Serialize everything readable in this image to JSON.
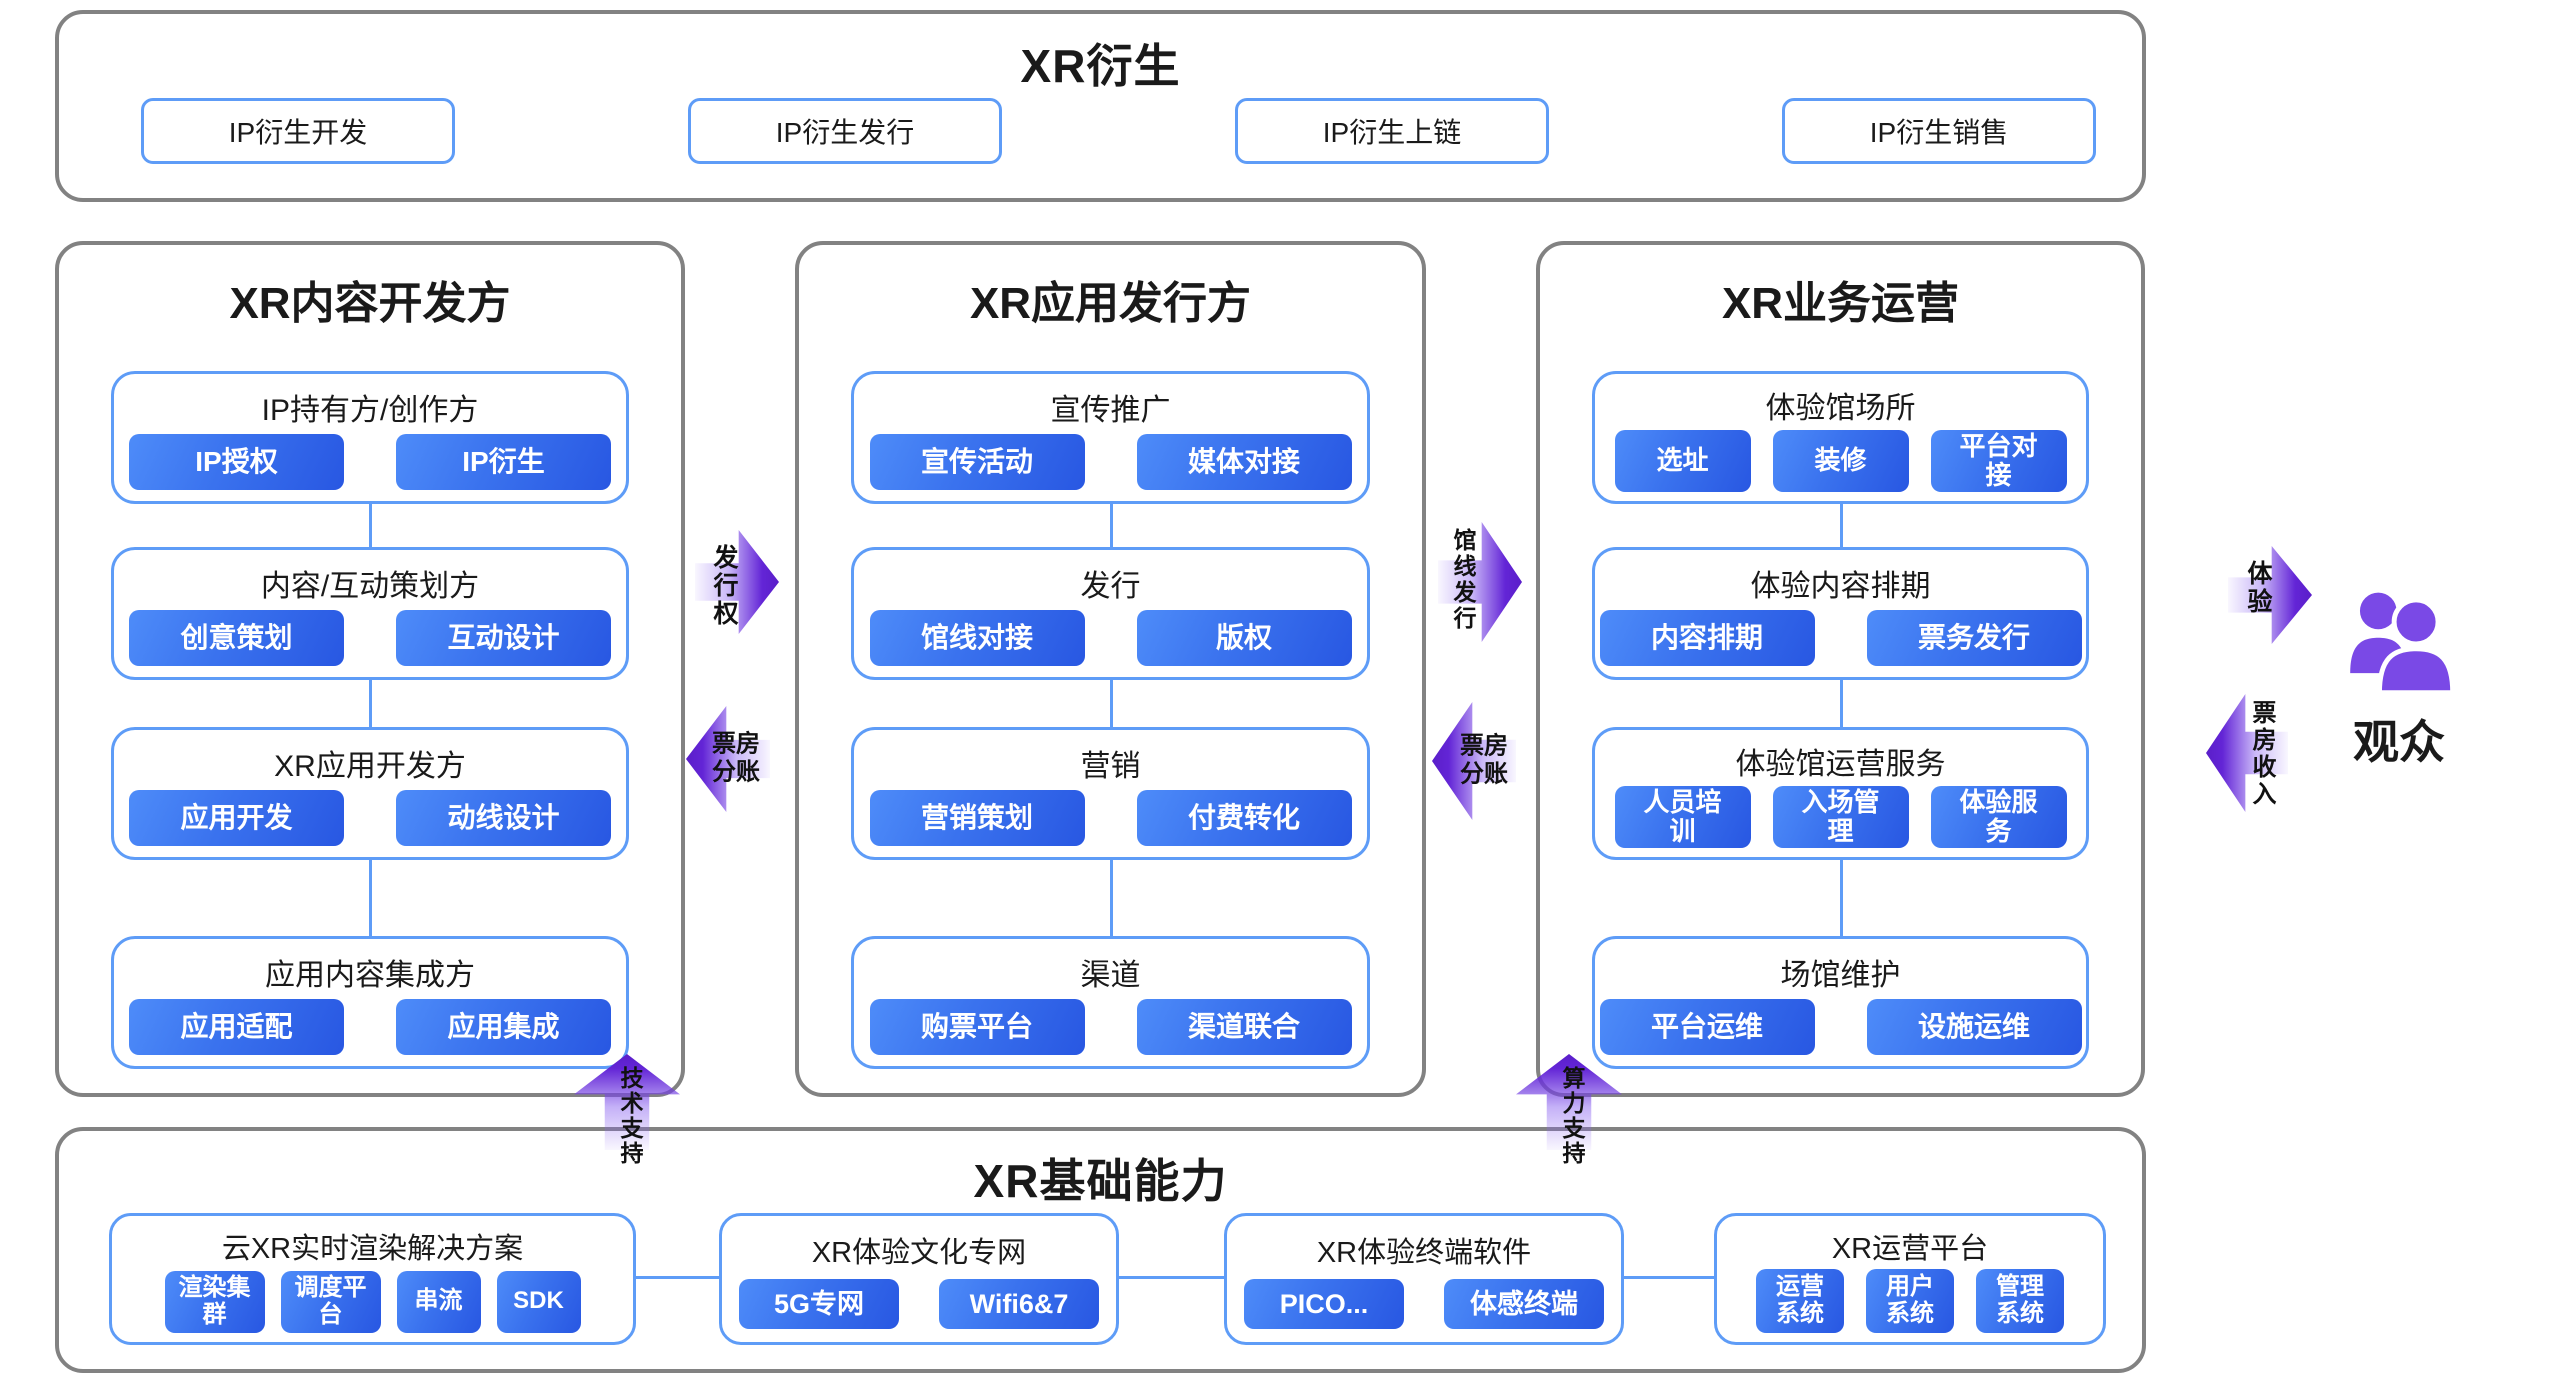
{
  "derivatives": {
    "title": "XR衍生",
    "items": [
      "IP衍生开发",
      "IP衍生发行",
      "IP衍生上链",
      "IP衍生销售"
    ]
  },
  "columns": [
    {
      "title": "XR内容开发方",
      "sections": [
        {
          "title": "IP持有方/创作方",
          "pills": [
            "IP授权",
            "IP衍生"
          ]
        },
        {
          "title": "内容/互动策划方",
          "pills": [
            "创意策划",
            "互动设计"
          ]
        },
        {
          "title": "XR应用开发方",
          "pills": [
            "应用开发",
            "动线设计"
          ]
        },
        {
          "title": "应用内容集成方",
          "pills": [
            "应用适配",
            "应用集成"
          ]
        }
      ]
    },
    {
      "title": "XR应用发行方",
      "sections": [
        {
          "title": "宣传推广",
          "pills": [
            "宣传活动",
            "媒体对接"
          ]
        },
        {
          "title": "发行",
          "pills": [
            "馆线对接",
            "版权"
          ]
        },
        {
          "title": "营销",
          "pills": [
            "营销策划",
            "付费转化"
          ]
        },
        {
          "title": "渠道",
          "pills": [
            "购票平台",
            "渠道联合"
          ]
        }
      ]
    },
    {
      "title": "XR业务运营",
      "sections": [
        {
          "title": "体验馆场所",
          "pills": [
            "选址",
            "装修",
            "平台对接"
          ]
        },
        {
          "title": "体验内容排期",
          "pills": [
            "内容排期",
            "票务发行"
          ]
        },
        {
          "title": "体验馆运营服务",
          "pills": [
            "人员培训",
            "入场管理",
            "体验服务"
          ]
        },
        {
          "title": "场馆维护",
          "pills": [
            "平台运维",
            "设施运维"
          ]
        }
      ]
    }
  ],
  "foundation": {
    "title": "XR基础能力",
    "groups": [
      {
        "title": "云XR实时渲染解决方案",
        "pills": [
          "渲染集群",
          "调度平台",
          "串流",
          "SDK"
        ]
      },
      {
        "title": "XR体验文化专网",
        "pills": [
          "5G专网",
          "Wifi6&7"
        ]
      },
      {
        "title": "XR体验终端软件",
        "pills": [
          "PICO...",
          "体感终端"
        ]
      },
      {
        "title": "XR运营平台",
        "pills": [
          "运营系统",
          "用户系统",
          "管理系统"
        ]
      }
    ]
  },
  "flows": {
    "publishing_rights": "发行权",
    "box_office_share_1": "票房\n分账",
    "venue_distribution": "馆线发行",
    "box_office_share_2": "票房\n分账",
    "experience": "体验",
    "box_office_revenue": "票房收入",
    "tech_support": "技术支持",
    "compute_support": "算力支持"
  },
  "audience": {
    "label": "观众"
  },
  "colors": {
    "pill_blue_start": "#4e8cf9",
    "pill_blue_end": "#2857e2",
    "section_border": "#5e9cf7",
    "outer_border": "#828282",
    "arrow_purple": "#6325d6",
    "audience_purple": "#7a49e6"
  }
}
